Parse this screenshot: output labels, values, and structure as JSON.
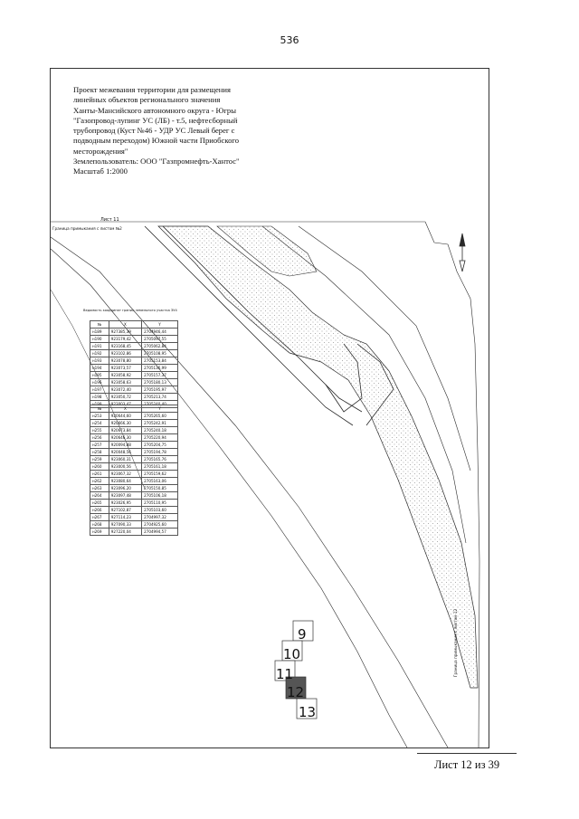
{
  "page_number": "536",
  "title_lines": [
    "Проект межевания территории для размещения",
    "линейных объектов регионального значения",
    "Ханты-Мансийского автономного округа - Югры",
    "\"Газопровод-лупинг УС (ЛБ) - т.5, нефтесборный",
    "трубопровод (Куст №46 - УДР УС Левый берег с",
    "подводным переходом) Южной части Приобского",
    "месторождения\"",
    "Землепользователь: ООО \"Газпромнефть-Хантос\"",
    "Масштаб 1:2000"
  ],
  "map_labels": {
    "sheet": "Лист 11",
    "boundary_top": "Граница примыкания с листом №2",
    "boundary_right": "Граница примыкания с листом 12"
  },
  "table_caption": "Ведомость координат границ земельного участка ЗУ4",
  "table1": {
    "headers": [
      "№",
      "X",
      "Y"
    ],
    "rows": [
      [
        "н189",
        "927385,39",
        "2704946,44"
      ],
      [
        "н190",
        "923179,42",
        "2705097,55"
      ],
      [
        "н191",
        "923168,45",
        "2705062,84"
      ],
      [
        "н192",
        "923102,86",
        "2705108,95"
      ],
      [
        "н193",
        "923078,80",
        "2705153,84"
      ],
      [
        "н194",
        "923073,57",
        "2705136,99"
      ],
      [
        "н195",
        "923058,92",
        "2705157,37"
      ],
      [
        "н196",
        "923058,63",
        "2705180,13"
      ],
      [
        "н197",
        "923072,40",
        "2705195,97"
      ],
      [
        "н198",
        "923050,72",
        "2705213,74"
      ],
      [
        "н199",
        "923003,47",
        "2705240,40"
      ]
    ]
  },
  "table2": {
    "headers": [
      "№",
      "X",
      "Y"
    ],
    "rows": [
      [
        "н253",
        "920644,60",
        "2705265,60"
      ],
      [
        "н254",
        "920666,30",
        "2705242,91"
      ],
      [
        "н255",
        "920673,84",
        "2705240,18"
      ],
      [
        "н256",
        "920646,30",
        "2705220,94"
      ],
      [
        "н257",
        "920094,88",
        "2705204,75"
      ],
      [
        "н258",
        "920048,56",
        "2705194,78"
      ],
      [
        "н259",
        "923060,31",
        "2705165,76"
      ],
      [
        "н260",
        "923000,56",
        "2705161,18"
      ],
      [
        "н261",
        "923067,32",
        "2705159,62"
      ],
      [
        "н262",
        "923080,64",
        "2705163,06"
      ],
      [
        "н263",
        "923096,20",
        "2705150,85"
      ],
      [
        "н264",
        "923097,48",
        "2705106,18"
      ],
      [
        "н265",
        "923026,95",
        "2705110,95"
      ],
      [
        "н266",
        "927102,87",
        "2705103,60"
      ],
      [
        "н267",
        "927114,23",
        "2704997,32"
      ],
      [
        "н268",
        "927090,33",
        "2704925,60"
      ],
      [
        "н269",
        "927220,04",
        "2704994,57"
      ]
    ]
  },
  "sheet_index": [
    "9",
    "10",
    "11",
    "12",
    "13"
  ],
  "footer": "Лист 12 из 39",
  "colors": {
    "line": "#2a2a2a",
    "hatch": "#888888",
    "current_sheet": "#555555"
  }
}
